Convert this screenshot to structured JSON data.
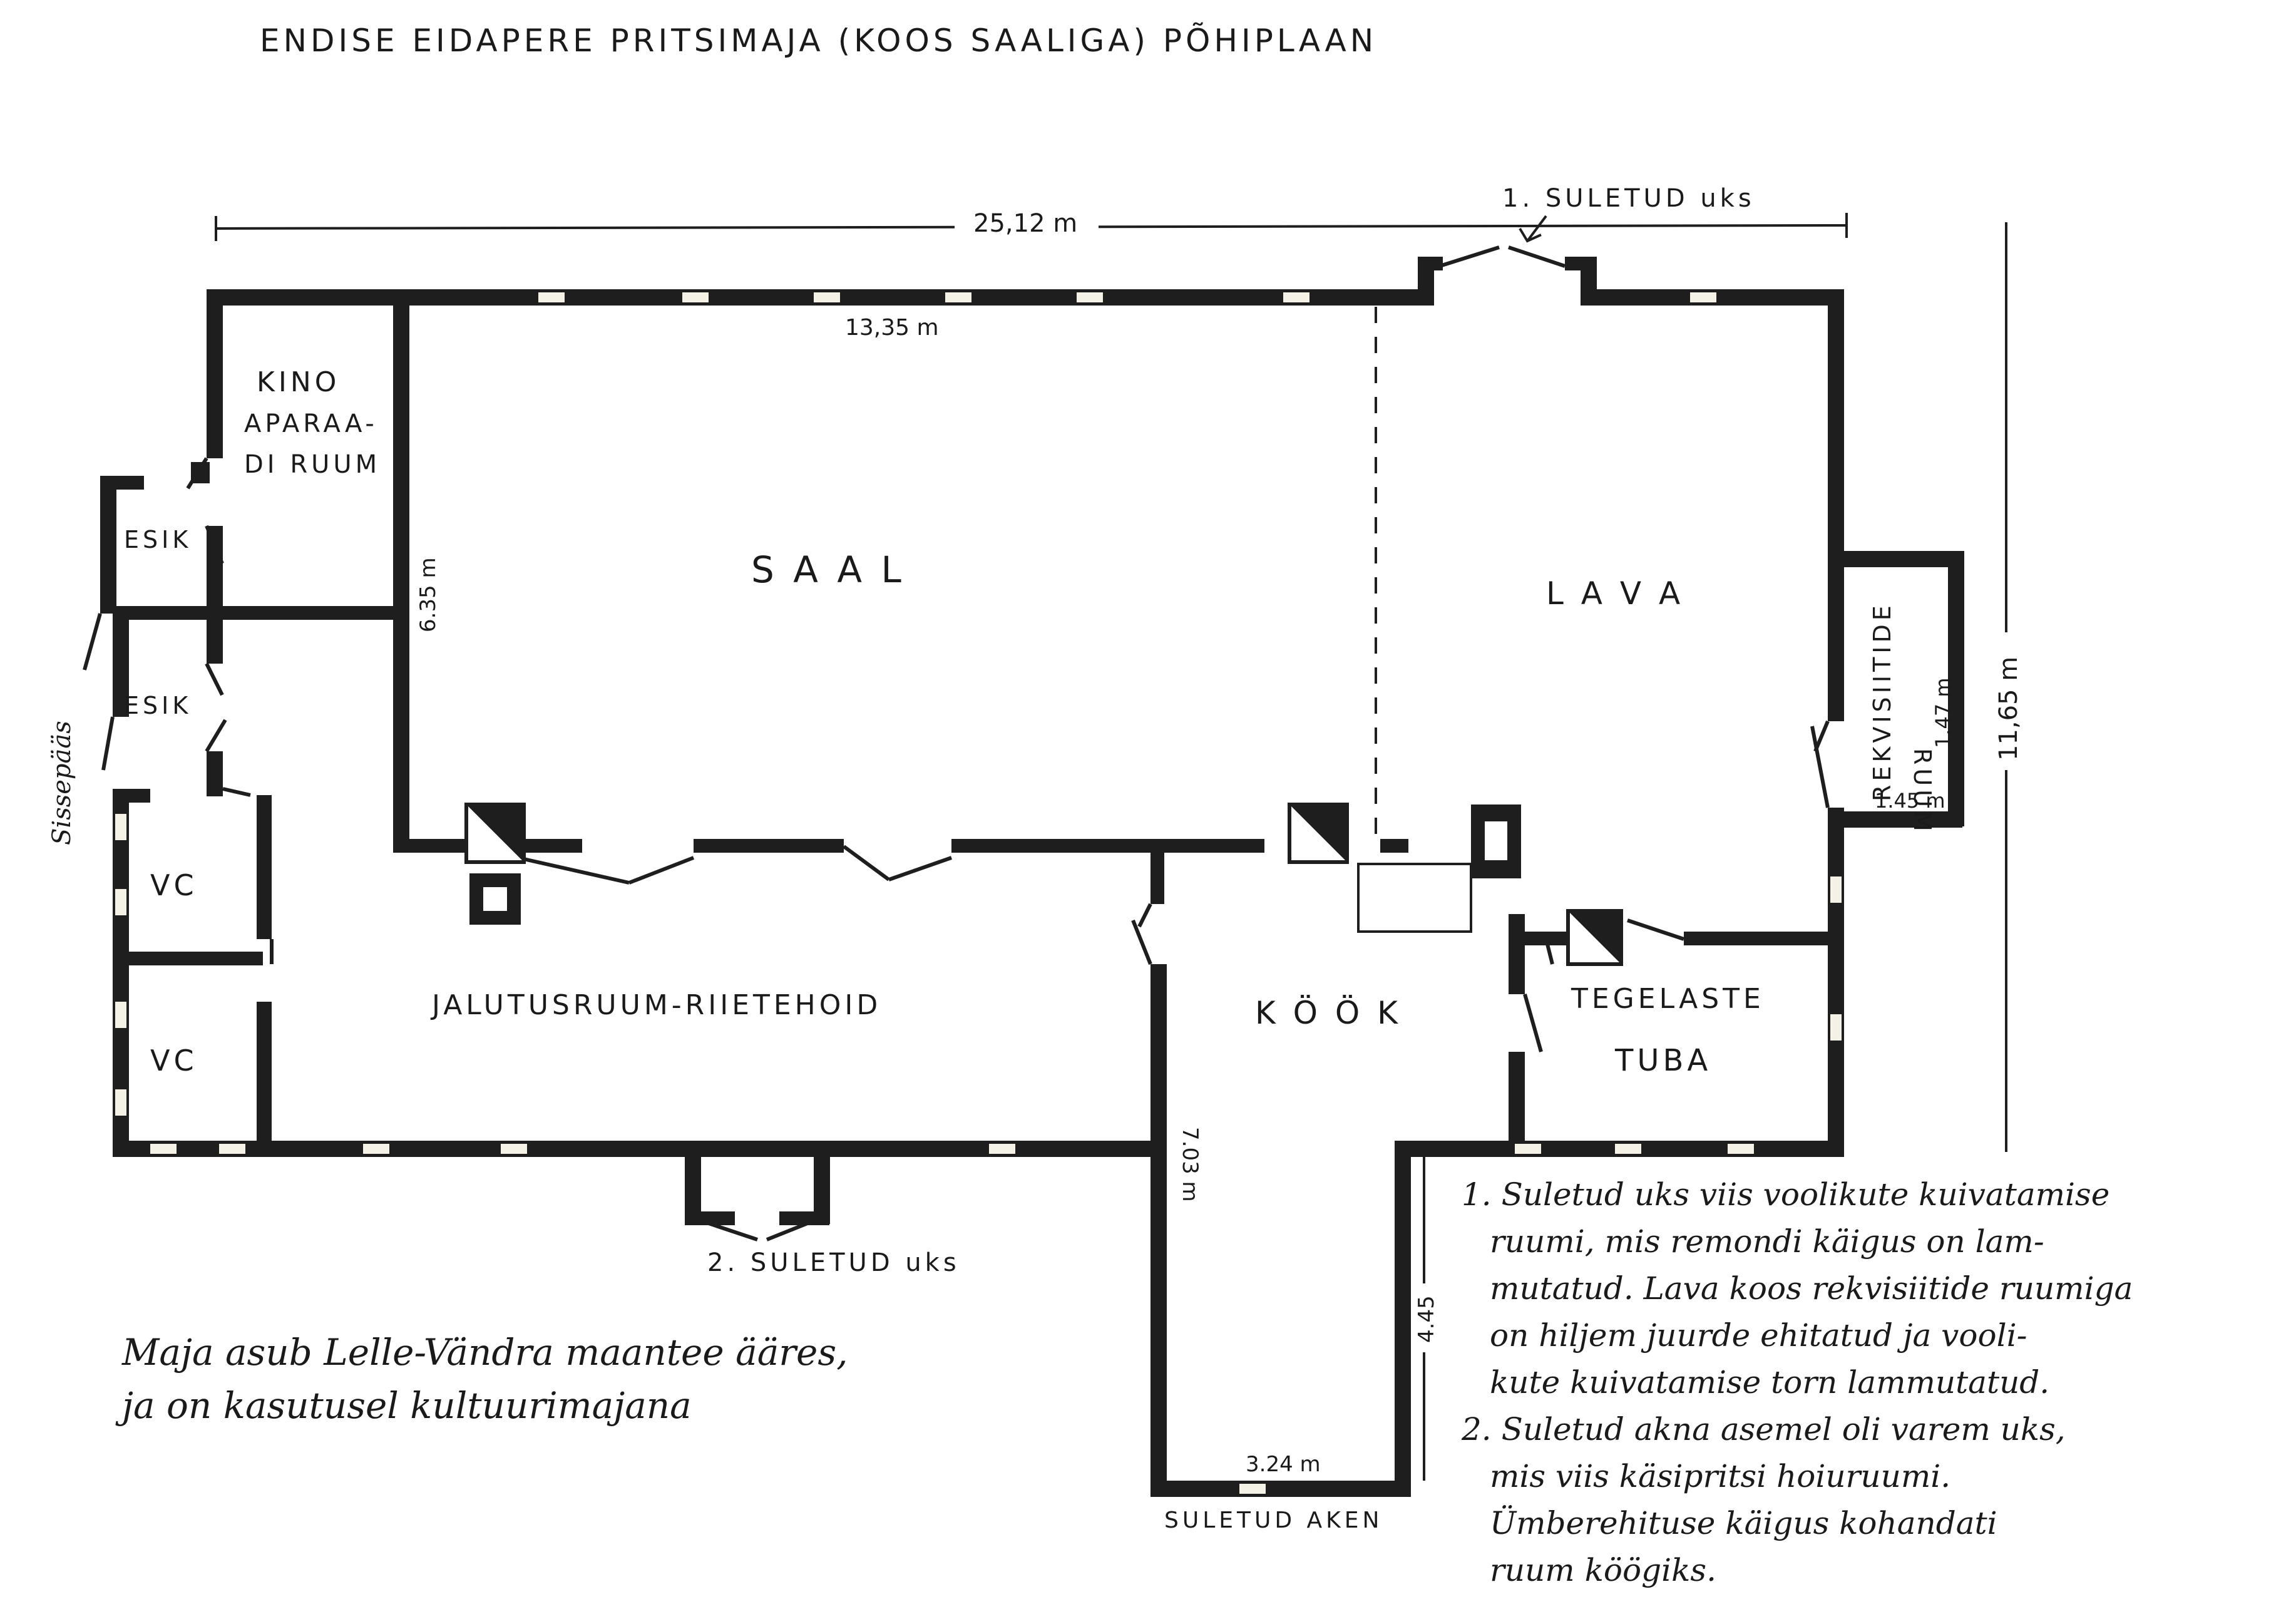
{
  "title": "ENDISE EIDAPERE PRITSIMAJA (KOOS SAALIGA) PÕHIPLAAN",
  "rooms": {
    "kino_line1": "KINO",
    "kino_line2": "APARAA-",
    "kino_line3": "DI RUUM",
    "esik_upper": "ESIK",
    "esik_lower": "ESIK",
    "vc_upper": "VC",
    "vc_lower": "VC",
    "saal": "S A A L",
    "lava": "L A V A",
    "rekvisiitide_line1": "REKVISIITIDE",
    "rekvisiitide_line2": "RUUM",
    "jalutusruum": "JALUTUSRUUM-RIIETEHOID",
    "kook": "K Ö Ö K",
    "tegelaste_line1": "TEGELASTE",
    "tegelaste_line2": "TUBA"
  },
  "dimensions": {
    "overall_width": "25,12 m",
    "saal_width": "13,35 m",
    "saal_depth": "6.35 m",
    "overall_depth": "11,65 m",
    "rekvisiitide_depth": "1.47 m",
    "rekvisiitide_width": "1.45 m",
    "kook_length": "7.03 m",
    "kook_width": "3.24 m",
    "kook_offset": "4.45"
  },
  "labels": {
    "entrance": "Sissepääs",
    "closed_door_1": "1. SULETUD uks",
    "closed_door_2": "2. SULETUD uks",
    "closed_window": "SULETUD AKEN"
  },
  "notes": {
    "location_line1": "Maja asub Lelle-Vändra maantee ääres,",
    "location_line2": "ja on kasutusel kultuurimajana",
    "n1_line1": "1. Suletud uks viis voolikute kuivatamise",
    "n1_line2": "ruumi, mis remondi käigus on lam-",
    "n1_line3": "mutatud. Lava koos rekvisiitide ruumiga",
    "n1_line4": "on hiljem juurde ehitatud ja vooli-",
    "n1_line5": "kute kuivatamise torn lammutatud.",
    "n2_line1": "2. Suletud akna asemel oli varem uks,",
    "n2_line2": "mis viis käsipritsi hoiuruumi.",
    "n2_line3": "Ümberehituse käigus kohandati",
    "n2_line4": "ruum köögiks."
  }
}
